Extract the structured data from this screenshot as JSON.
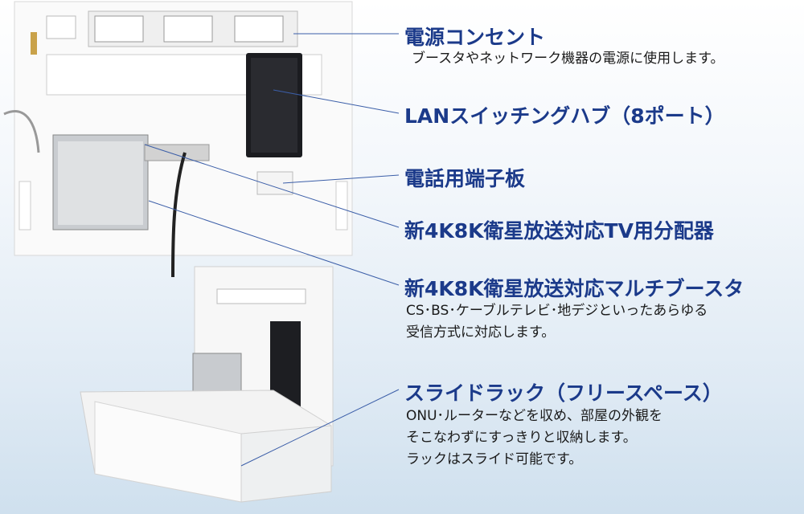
{
  "colors": {
    "accent": "#1b3a8a",
    "leader": "#3b5ea8"
  },
  "callouts": [
    {
      "title": "電源コンセント",
      "desc": [
        "ブースタやネットワーク機器の電源に使用します。"
      ]
    },
    {
      "title": "LANスイッチングハブ（8ポート）",
      "desc": []
    },
    {
      "title": "電話用端子板",
      "desc": []
    },
    {
      "title": "新4K8K衛星放送対応TV用分配器",
      "desc": []
    },
    {
      "title": "新4K8K衛星放送対応マルチブースタ",
      "desc": [
        "CS･BS･ケーブルテレビ･地デジといったあらゆる",
        "受信方式に対応します。"
      ]
    },
    {
      "title": "スライドラック（フリースペース）",
      "desc": [
        "ONU･ルーターなどを収め、部屋の外観を",
        "そこなわずにすっきりと収納します。",
        "ラックはスライド可能です。"
      ]
    }
  ]
}
